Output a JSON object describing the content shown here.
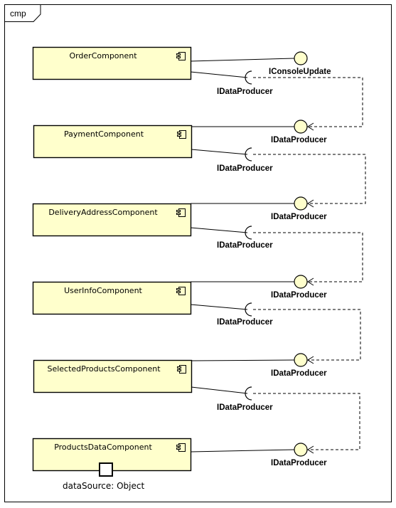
{
  "frame": {
    "tag": "cmp"
  },
  "components": [
    {
      "name": "OrderComponent",
      "provided": "IConsoleUpdate",
      "required": "IDataProducer"
    },
    {
      "name": "PaymentComponent",
      "provided": "IDataProducer",
      "required": "IDataProducer"
    },
    {
      "name": "DeliveryAddressComponent",
      "provided": "IDataProducer",
      "required": "IDataProducer"
    },
    {
      "name": "UserInfoComponent",
      "provided": "IDataProducer",
      "required": "IDataProducer"
    },
    {
      "name": "SelectedProductsComponent",
      "provided": "IDataProducer",
      "required": "IDataProducer"
    },
    {
      "name": "ProductsDataComponent",
      "provided": "IDataProducer",
      "required": null,
      "port": "dataSource: Object"
    }
  ]
}
